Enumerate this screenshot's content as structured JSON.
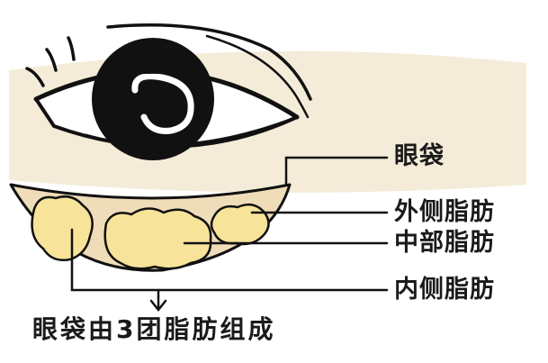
{
  "labels": {
    "eye_bag": "眼袋",
    "outer_fat": "外侧脂肪",
    "middle_fat": "中部脂肪",
    "inner_fat": "内侧脂肪"
  },
  "caption": "眼袋由3团脂肪组成",
  "colors": {
    "skin": "#f4ecd8",
    "eye_bag": "#efdcb8",
    "fat": "#f7e49a",
    "outline": "#111111",
    "background": "#ffffff"
  }
}
